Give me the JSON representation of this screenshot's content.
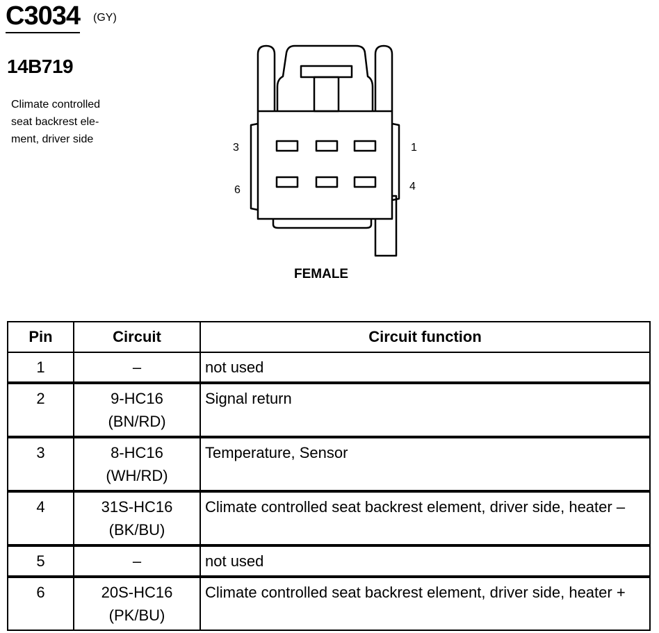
{
  "header": {
    "connector_id": "C3034",
    "color_code": "(GY)",
    "part_number": "14B719",
    "description": "Climate controlled seat backrest ele- ment, driver side"
  },
  "diagram": {
    "pin_labels": {
      "p3": "3",
      "p1": "1",
      "p6": "6",
      "p4": "4"
    },
    "gender": "FEMALE"
  },
  "table": {
    "headers": {
      "pin": "Pin",
      "circuit": "Circuit",
      "function": "Circuit function"
    },
    "rows": [
      {
        "pin": "1",
        "circuit": "–",
        "color": "",
        "function": "not used"
      },
      {
        "pin": "2",
        "circuit": "9-HC16",
        "color": "(BN/RD)",
        "function": "Signal return"
      },
      {
        "pin": "3",
        "circuit": "8-HC16",
        "color": "(WH/RD)",
        "function": "Temperature, Sensor"
      },
      {
        "pin": "4",
        "circuit": "31S-HC16",
        "color": "(BK/BU)",
        "function": "Climate controlled seat backrest element, driver side, heater –"
      },
      {
        "pin": "5",
        "circuit": "–",
        "color": "",
        "function": "not used"
      },
      {
        "pin": "6",
        "circuit": "20S-HC16",
        "color": "(PK/BU)",
        "function": "Climate controlled seat backrest element, driver side, heater +"
      }
    ]
  }
}
